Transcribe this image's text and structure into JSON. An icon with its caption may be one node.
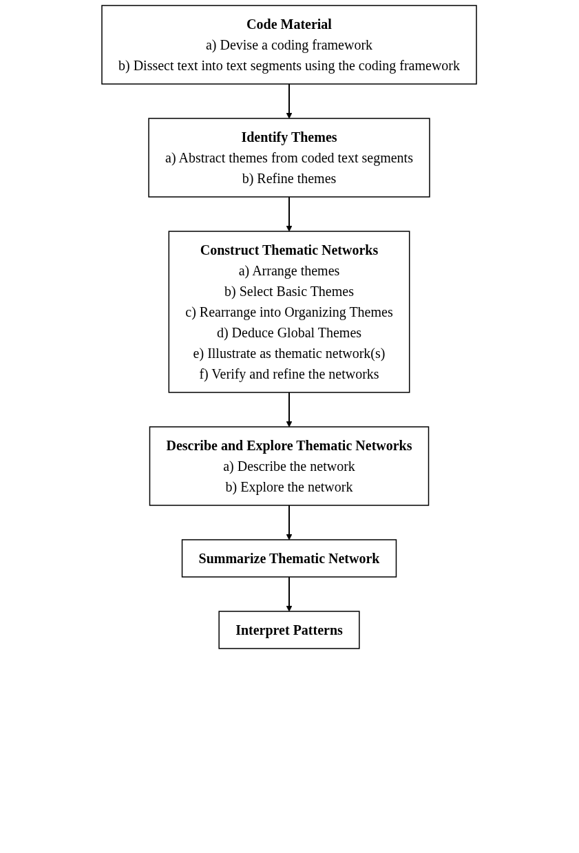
{
  "diagram": {
    "nodes": [
      {
        "text": [
          "Code Material",
          "a) Devise a coding framework",
          "b) Dissect text into text segments using the coding framework"
        ]
      },
      {
        "text": [
          "Identify Themes",
          "a) Abstract themes from coded text segments",
          "b) Refine themes"
        ]
      },
      {
        "text": [
          "Construct Thematic Networks",
          "a) Arrange themes",
          "b) Select Basic Themes",
          "c) Rearrange into Organizing Themes",
          "d) Deduce Global Themes",
          "e) Illustrate as thematic network(s)",
          "f) Verify and refine the networks"
        ]
      },
      {
        "text": [
          "Describe and Explore Thematic Networks",
          "a) Describe the network",
          "b) Explore the network"
        ]
      },
      {
        "text": [
          "Summarize Thematic Network"
        ]
      },
      {
        "text": [
          "Interpret Patterns"
        ]
      }
    ],
    "edges": [
      {
        "from": 0,
        "to": 1,
        "arrow": "to"
      },
      {
        "from": 1,
        "to": 2,
        "arrow": "to"
      },
      {
        "from": 2,
        "to": 3,
        "arrow": "to"
      },
      {
        "from": 3,
        "to": 4,
        "arrow": "to"
      },
      {
        "from": 4,
        "to": 5,
        "arrow": "to"
      }
    ]
  }
}
